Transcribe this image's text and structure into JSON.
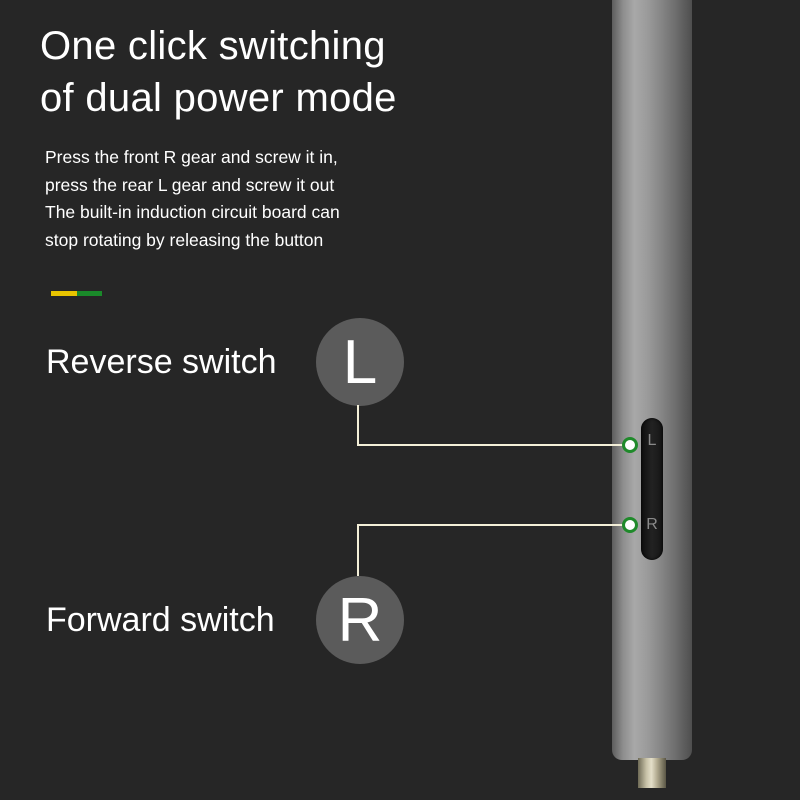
{
  "headline": {
    "line1": "One click switching",
    "line2": "of dual power mode"
  },
  "description": {
    "lines": [
      "Press the front R gear and screw it in,",
      "press the rear L gear and screw it out",
      "The built-in induction circuit board can",
      "stop rotating by releasing the button"
    ]
  },
  "accent_colors": [
    "#e8c400",
    "#1a8a2a"
  ],
  "reverse": {
    "label": "Reverse switch",
    "letter": "L"
  },
  "forward": {
    "label": "Forward switch",
    "letter": "R"
  },
  "switch_letters": [
    "L",
    "R"
  ],
  "colors": {
    "background": "#262626",
    "badge": "#5b5b5b",
    "callout_line": "#f3efd8",
    "callout_dot_ring": "#1f8a2a"
  }
}
